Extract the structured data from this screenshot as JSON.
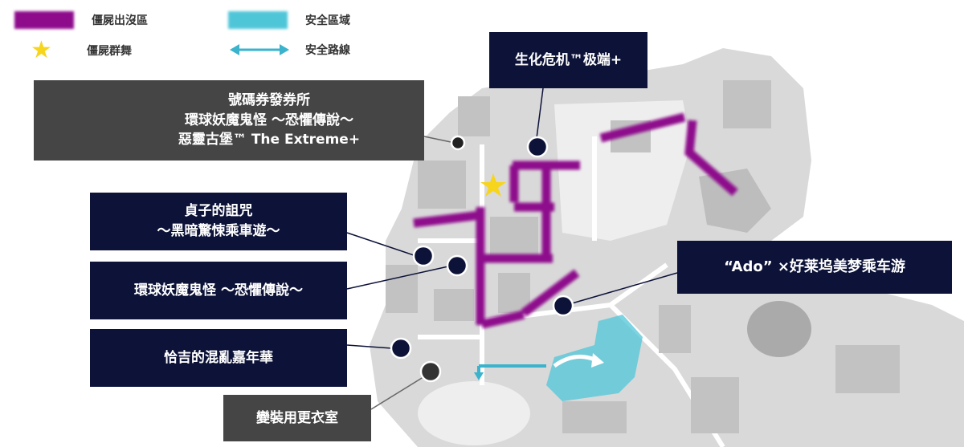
{
  "legend": {
    "zombie_zone": {
      "label": "僵屍出沒區",
      "color": "#8e0b8c"
    },
    "zombie_dance": {
      "label": "僵屍群舞",
      "icon": "star-icon",
      "color": "#f7d51d"
    },
    "safe_zone": {
      "label": "安全區域",
      "color": "#4fc6d8"
    },
    "safe_route": {
      "label": "安全路線",
      "icon": "double-arrow-icon",
      "color": "#3bb3cc"
    }
  },
  "labels": {
    "ticket_office": [
      "號碼券發券所",
      "環球妖魔鬼怪 ～恐懼傳說～",
      "惡靈古堡™ The Extreme+"
    ],
    "sadako": [
      "貞子的詛咒",
      "～黑暗驚悚乘車遊～"
    ],
    "monsters": [
      "環球妖魔鬼怪 ～恐懼傳說～"
    ],
    "chucky": [
      "恰吉的混亂嘉年華"
    ],
    "dressing_room": [
      "變裝用更衣室"
    ],
    "biohazard": [
      "生化危机™极端+"
    ],
    "ado": [
      "“Ado” ×好莱坞美梦乘车游"
    ]
  }
}
